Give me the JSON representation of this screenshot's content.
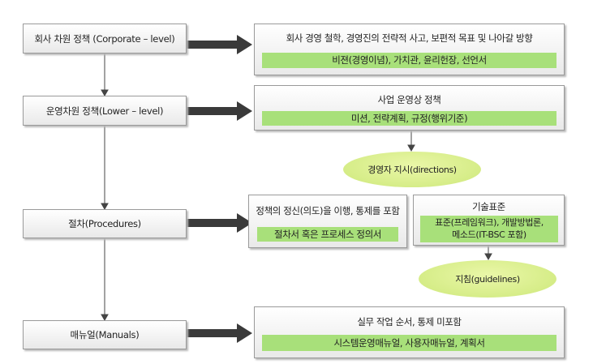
{
  "levels": {
    "corporate": "회사 차원 정책 (Corporate – level)",
    "lower": "운영차원 정책(Lower – level)",
    "procedures": "절차(Procedures)",
    "manuals": "매뉴얼(Manuals)"
  },
  "corporate_detail": {
    "title": "회사 경영 철학, 경영진의 전략적 사고, 보편적 목표 및 나아갈 방향",
    "items": "비젼(경영이념), 가치관, 윤리헌장, 선언서"
  },
  "lower_detail": {
    "title": "사업 운영상 정책",
    "items": "미션, 전략계획, 규정(행위기준)"
  },
  "directions": "경영자 지시(directions)",
  "procedures_detail": {
    "title": "정책의 정신(의도)을 이행, 통제를 포함",
    "items": "절차서 혹은 프로세스 정의서"
  },
  "tech_standard": {
    "title": "기술표준",
    "line1": "표준(프레임워크), 개발방법론,",
    "line2": "메소드(IT-BSC 포함)"
  },
  "guidelines": "지침(guidelines)",
  "manuals_detail": {
    "title": "실무 작업 순서, 통제 미포함",
    "items": "시스템운영매뉴얼, 사용자매뉴얼, 계획서"
  }
}
